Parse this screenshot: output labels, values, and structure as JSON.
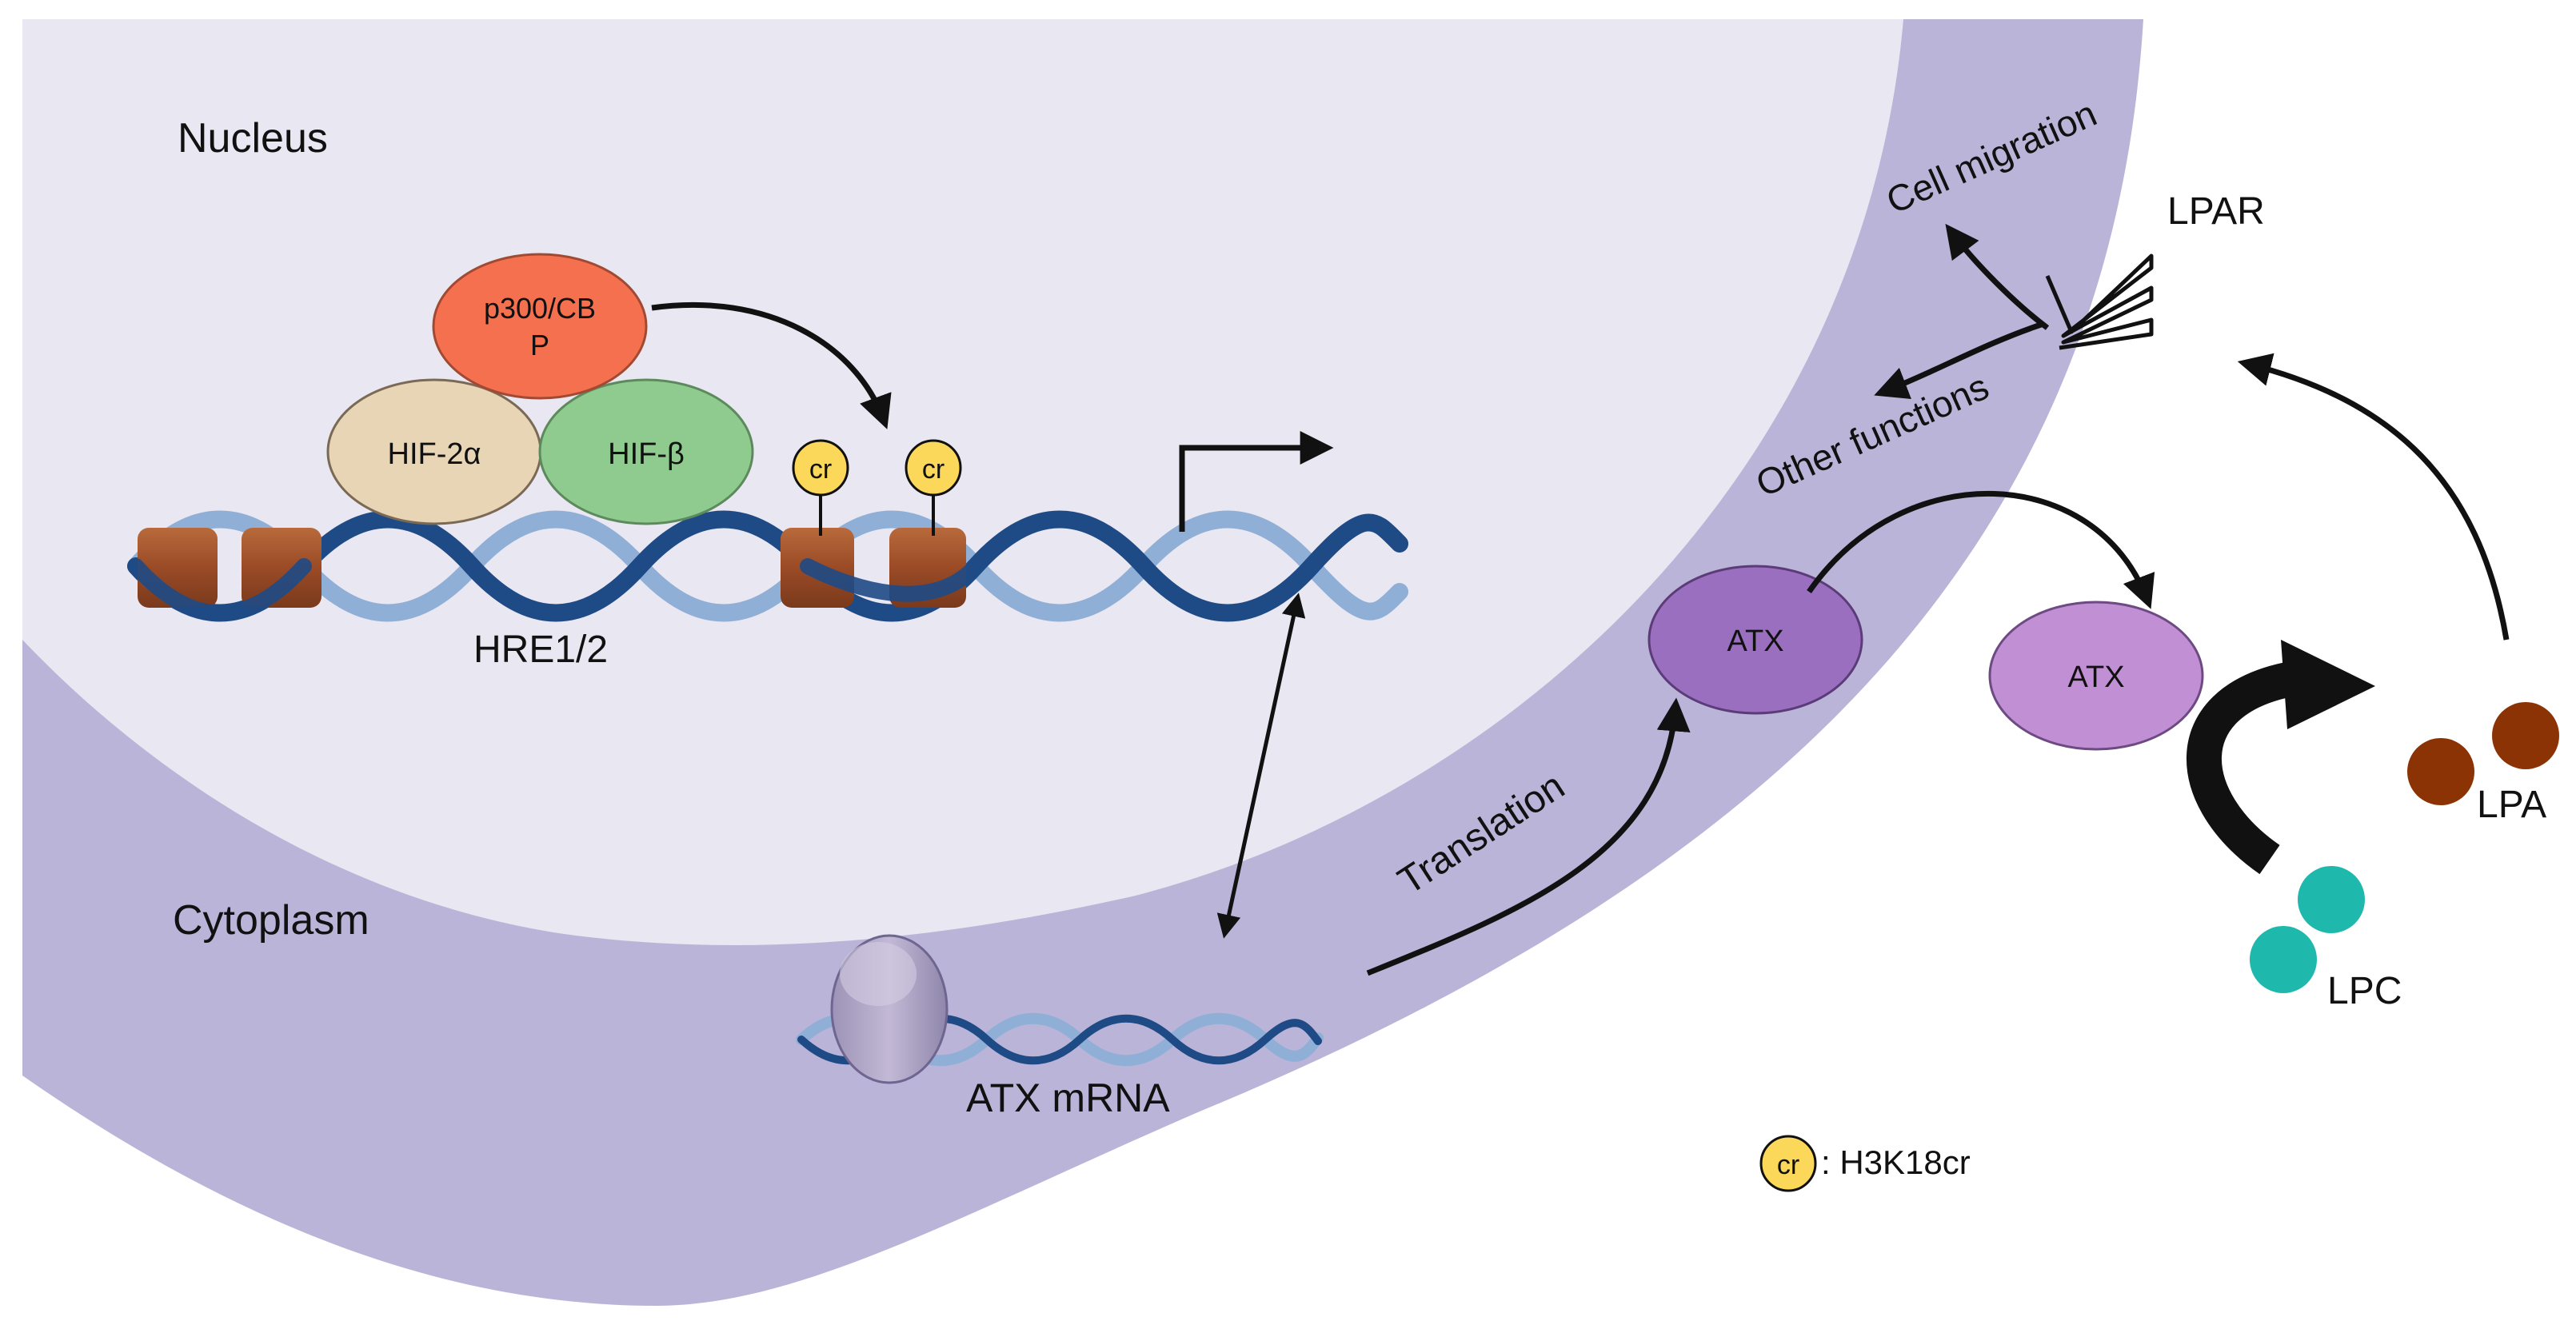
{
  "regions": {
    "nucleus": "Nucleus",
    "cytoplasm": "Cytoplasm"
  },
  "proteins": {
    "p300_line1": "p300/CB",
    "p300_line2": "P",
    "hif2a": "HIF-2α",
    "hifb": "HIF-β",
    "atx_membrane": "ATX",
    "atx_secreted": "ATX"
  },
  "dna": {
    "hre_label": "HRE1/2",
    "mark_label": "cr"
  },
  "mrna": {
    "label": "ATX mRNA"
  },
  "processes": {
    "translation": "Translation",
    "cell_migration": "Cell migration",
    "other_functions": "Other functions"
  },
  "receptor": {
    "label": "LPAR"
  },
  "lipids": {
    "lpa": "LPA",
    "lpc": "LPC"
  },
  "legend": {
    "symbol": "cr",
    "text": ": H3K18cr"
  },
  "colors": {
    "cytoplasm_fill": "#bab4d8",
    "nucleus_fill": "#e9e7f2",
    "p300": "#f5704f",
    "hif2a": "#e8d5b5",
    "hifb": "#8fcb8f",
    "atx_membrane": "#9b6fc0",
    "atx_secreted": "#c08fd4",
    "lpa": "#8b3304",
    "lpc": "#1fb8ac",
    "cr_mark": "#fcd85a",
    "dna_dark": "#1e4a86",
    "dna_light": "#90afd6",
    "histone": "#a05530"
  }
}
